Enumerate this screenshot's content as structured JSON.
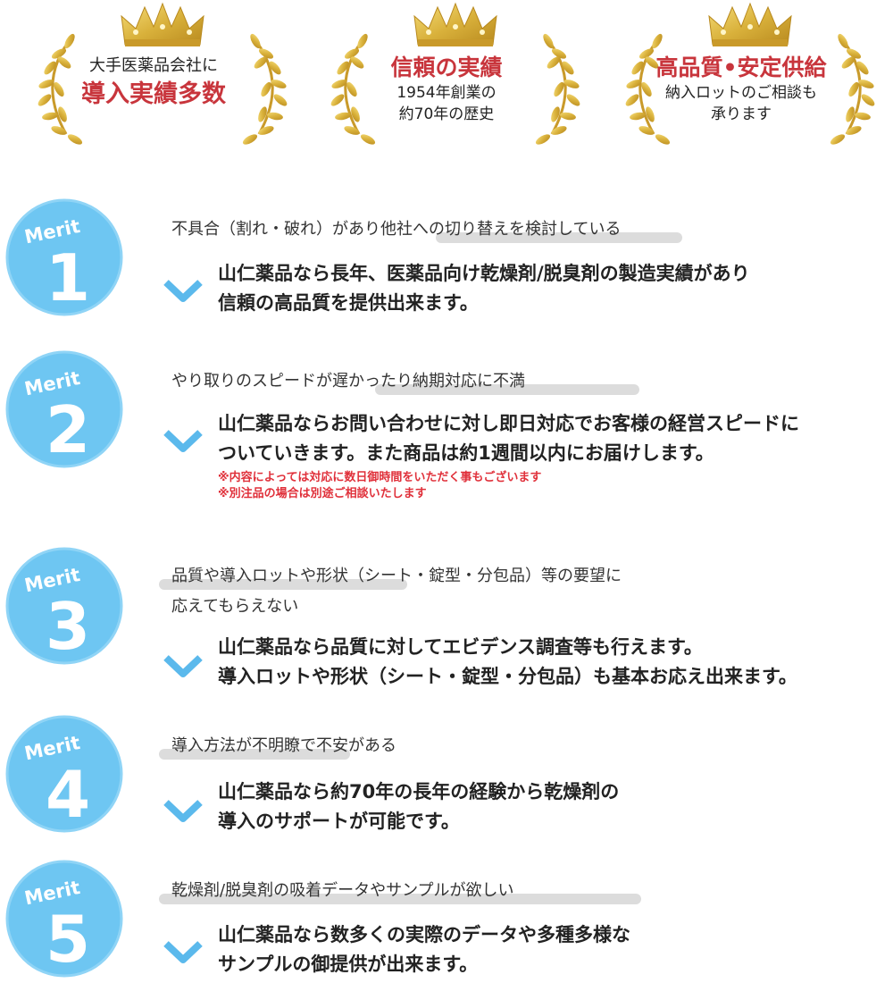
{
  "awards": [
    {
      "line1": "大手医薬品会社に",
      "line2": "導入実績多数"
    },
    {
      "title": "信頼の実績",
      "sub1": "1954年創業の",
      "sub2": "約70年の歴史"
    },
    {
      "title": "高品質•安定供給",
      "sub1": "納入ロットのご相談も",
      "sub2": "承ります"
    }
  ],
  "colors": {
    "accent_red": "#c8353c",
    "badge_blue": "#6ec6f2",
    "arrow_blue": "#5bb9ec",
    "gold": "#d9b13b",
    "note_red": "#e0303a"
  },
  "merits": [
    {
      "badge_label": "Merit",
      "number": "1",
      "problem": [
        "不具合（割れ・破れ）があり他社への切り替えを検討している"
      ],
      "answer": [
        "山仁薬品なら長年、医薬品向け乾燥剤/脱臭剤の製造実績があり",
        "信頼の高品質を提供出来ます。"
      ]
    },
    {
      "badge_label": "Merit",
      "number": "2",
      "problem": [
        "やり取りのスピードが遅かったり納期対応に不満"
      ],
      "answer": [
        "山仁薬品ならお問い合わせに対し即日対応でお客様の経営スピードに",
        "ついていきます。また商品は約1週間以内にお届けします。"
      ],
      "notes": [
        "※内容によっては対応に数日御時間をいただく事もございます",
        "※別注品の場合は別途ご相談いたします"
      ]
    },
    {
      "badge_label": "Merit",
      "number": "3",
      "problem": [
        "品質や導入ロットや形状（シート・錠型・分包品）等の要望に",
        "応えてもらえない"
      ],
      "answer": [
        "山仁薬品なら品質に対してエビデンス調査等も行えます。",
        "導入ロットや形状（シート・錠型・分包品）も基本お応え出来ます。"
      ]
    },
    {
      "badge_label": "Merit",
      "number": "4",
      "problem": [
        "導入方法が不明瞭で不安がある"
      ],
      "answer": [
        "山仁薬品なら約70年の長年の経験から乾燥剤の",
        "導入のサポートが可能です。"
      ]
    },
    {
      "badge_label": "Merit",
      "number": "5",
      "problem": [
        "乾燥剤/脱臭剤の吸着データやサンプルが欲しい"
      ],
      "answer": [
        "山仁薬品なら数多くの実際のデータや多種多様な",
        "サンプルの御提供が出来ます。"
      ]
    }
  ]
}
